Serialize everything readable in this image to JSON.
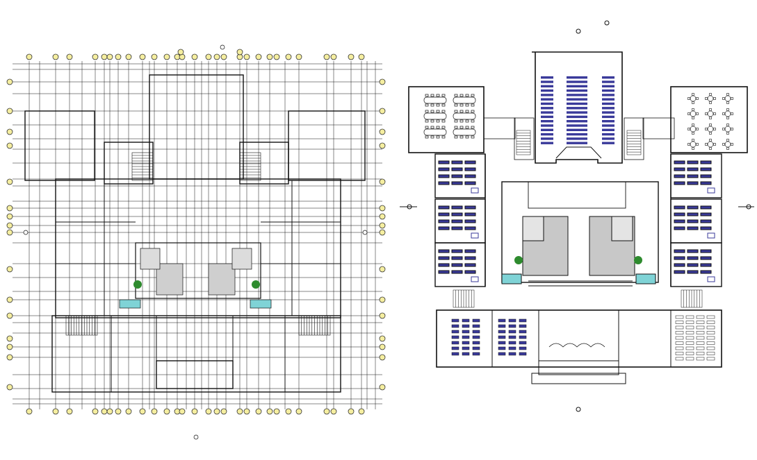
{
  "drawing": {
    "left_plan": {
      "grid_bubbles_top_count": 30,
      "grid_bubbles_bottom_count": 30,
      "grid_bubbles_side_count": 16
    },
    "right_plan": {
      "rooms": [
        {
          "id": "auditorium",
          "fixture": "theatre-seating"
        },
        {
          "id": "dining-left",
          "fixture": "long-tables"
        },
        {
          "id": "dining-right",
          "fixture": "round-tables"
        },
        {
          "id": "classroom-left-1",
          "fixture": "desks"
        },
        {
          "id": "classroom-left-2",
          "fixture": "desks"
        },
        {
          "id": "classroom-left-3",
          "fixture": "desks"
        },
        {
          "id": "classroom-right-1",
          "fixture": "desks"
        },
        {
          "id": "classroom-right-2",
          "fixture": "desks"
        },
        {
          "id": "classroom-right-3",
          "fixture": "desks"
        },
        {
          "id": "bottom-class-1",
          "fixture": "desks"
        },
        {
          "id": "bottom-class-2",
          "fixture": "desks"
        },
        {
          "id": "lecture-hall-right",
          "fixture": "fixed-seating"
        }
      ]
    },
    "colors": {
      "line": "#111111",
      "grid_bubble": "#f5eea0",
      "furniture": "#3a3a9a",
      "glazing": "#7fd3d6",
      "planter": "#2e8b2e"
    },
    "icons": [
      "north-arrow-icon",
      "section-marker-icon",
      "stair-icon",
      "planter-icon"
    ]
  }
}
